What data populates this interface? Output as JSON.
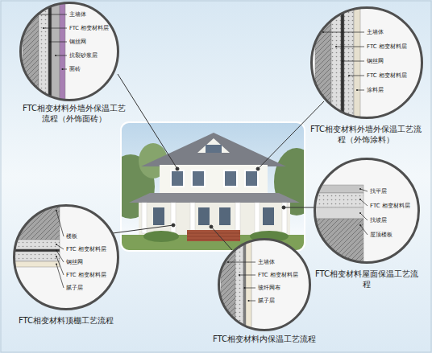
{
  "diagram": {
    "nodes": [
      {
        "text": [
          "FTC相变材料外墙外保温工艺流程（外饰面砖）",
          "主墙体",
          "FTC 相变材料层",
          "钢丝网",
          "抗裂砂浆层",
          "面砖"
        ]
      },
      {
        "text": [
          "FTC相变材料外墙外保温工艺流程（外饰涂料）",
          "主墙体",
          "FTC 相变材料层",
          "钢丝网",
          "FTC 相变材料层",
          "涂料层"
        ]
      },
      {
        "text": [
          "FTC相变材料屋面保温工艺流程",
          "找平层",
          "FTC 相变材料层",
          "找坡层",
          "屋顶楼板"
        ]
      },
      {
        "text": [
          "FTC相变材料顶棚工艺流程",
          "楼板",
          "FTC 相变材料层",
          "钢丝网",
          "FTC 相变材料层",
          "腻子层"
        ]
      },
      {
        "text": [
          "FTC相变材料内保温工艺流程",
          "主墙体",
          "FTC 相变材料层",
          "玻纤网布",
          "腻子层"
        ]
      }
    ]
  }
}
